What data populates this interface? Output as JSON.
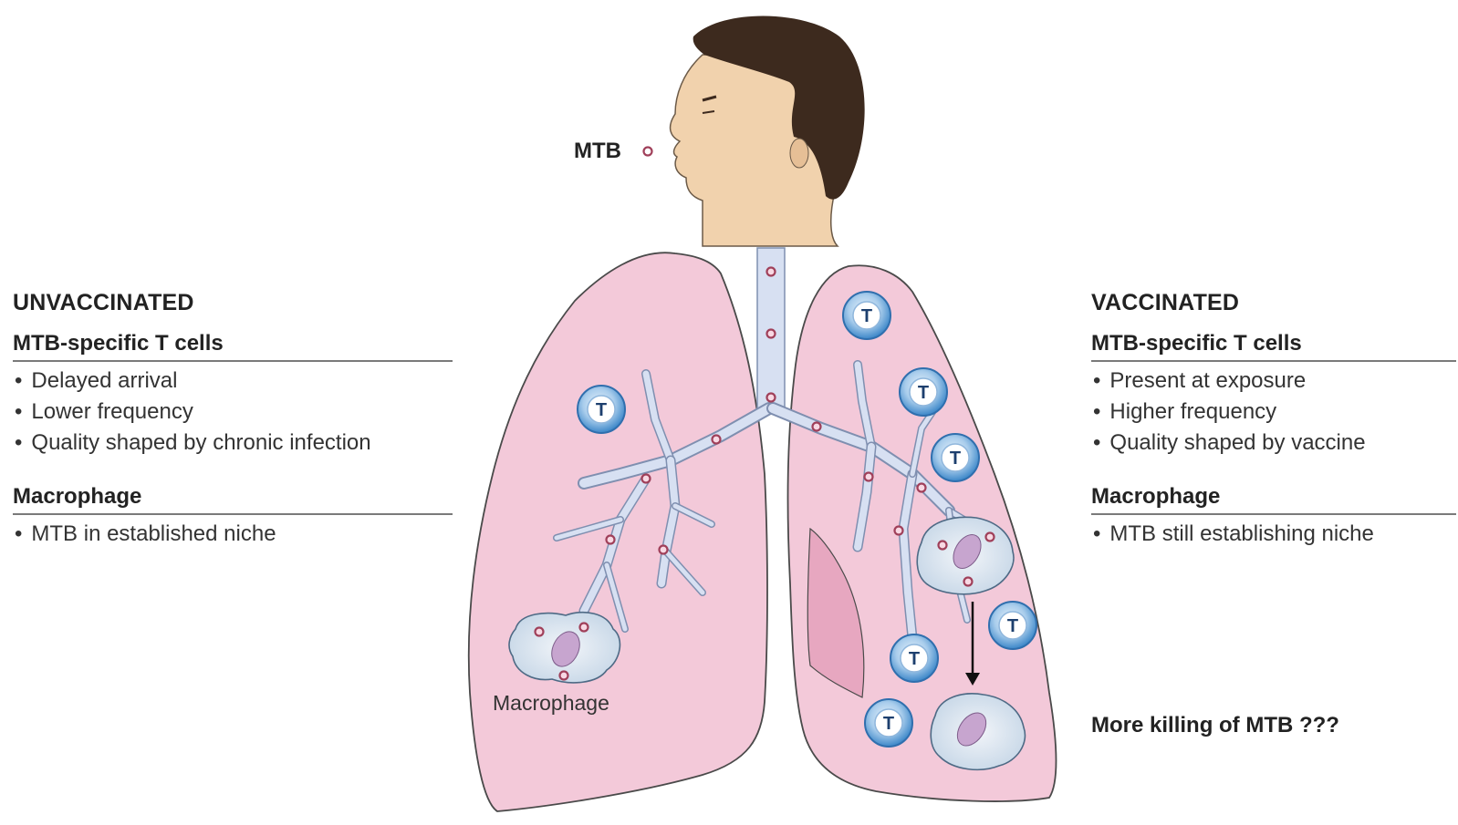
{
  "labels": {
    "mtb": "MTB",
    "macrophage": "Macrophage",
    "tcell": "T",
    "more_killing": "More killing of MTB ???"
  },
  "unvaccinated": {
    "title": "UNVACCINATED",
    "tcells_heading": "MTB-specific T cells",
    "tcells_items": [
      "Delayed arrival",
      "Lower frequency",
      "Quality shaped by chronic infection"
    ],
    "macrophage_heading": "Macrophage",
    "macrophage_items": [
      "MTB in established niche"
    ]
  },
  "vaccinated": {
    "title": "VACCINATED",
    "tcells_heading": "MTB-specific T cells",
    "tcells_items": [
      "Present at exposure",
      "Higher frequency",
      "Quality shaped by vaccine"
    ],
    "macrophage_heading": "Macrophage",
    "macrophage_items": [
      "MTB still establishing niche"
    ]
  },
  "colors": {
    "lung_fill": "#f3c9d9",
    "lung_stroke": "#4a4a4a",
    "airway_fill": "#d7e0f2",
    "tcell_fill": "#3b86c8",
    "skin": "#f1d2ad",
    "hair": "#3d2a1e",
    "bacterium": "#a0405a"
  }
}
